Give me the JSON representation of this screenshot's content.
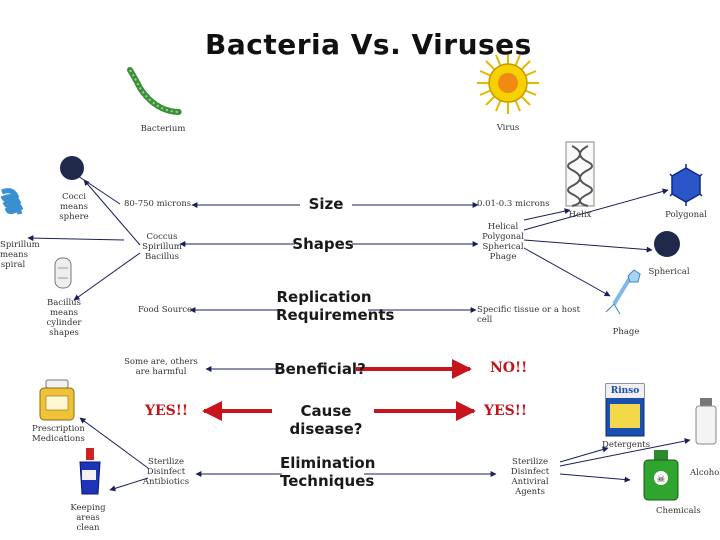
{
  "title": "Bacteria Vs. Viruses",
  "headers": {
    "bacterium": "Bacterium",
    "virus": "Virus"
  },
  "categories": {
    "size": "Size",
    "shapes": "Shapes",
    "replication": "Replication Requirements",
    "beneficial": "Beneficial?",
    "disease": "Cause disease?",
    "elimination": "Elimination Techniques"
  },
  "bacteria": {
    "size": "80-750 microns",
    "shapes": "Coccus\nSpirillum\nBacillus",
    "replication": "Food Source",
    "beneficial": "Some are, others are harmful",
    "disease": "YES!!",
    "elimination": "Sterilize\nDisinfect\nAntibiotics"
  },
  "viruses": {
    "size": "0.01-0.3 microns",
    "shapes": "Helical\nPolygonal\nSpherical\nPhage",
    "replication": "Specific tissue or a host cell",
    "beneficial": "NO!!",
    "disease": "YES!!",
    "elimination": "Sterilize\nDisinfect\nAntiviral Agents"
  },
  "bacteria_shape_labels": {
    "cocci": "Cocci\nmeans\nsphere",
    "spirillum": "Spirillum\nmeans\nspiral",
    "bacillus": "Bacillus\nmeans\ncylinder\nshapes"
  },
  "virus_shape_labels": {
    "helix": "Helix",
    "polygonal": "Polygonal",
    "spherical": "Spherical",
    "phage": "Phage"
  },
  "bacteria_elim_labels": {
    "prescription": "Prescription\nMedications",
    "keeping": "Keeping\nareas\nclean"
  },
  "virus_elim_labels": {
    "detergents": "Detergents",
    "alcohol": "Alcohol",
    "chemicals": "Chemicals"
  },
  "product_text": "Rinso"
}
